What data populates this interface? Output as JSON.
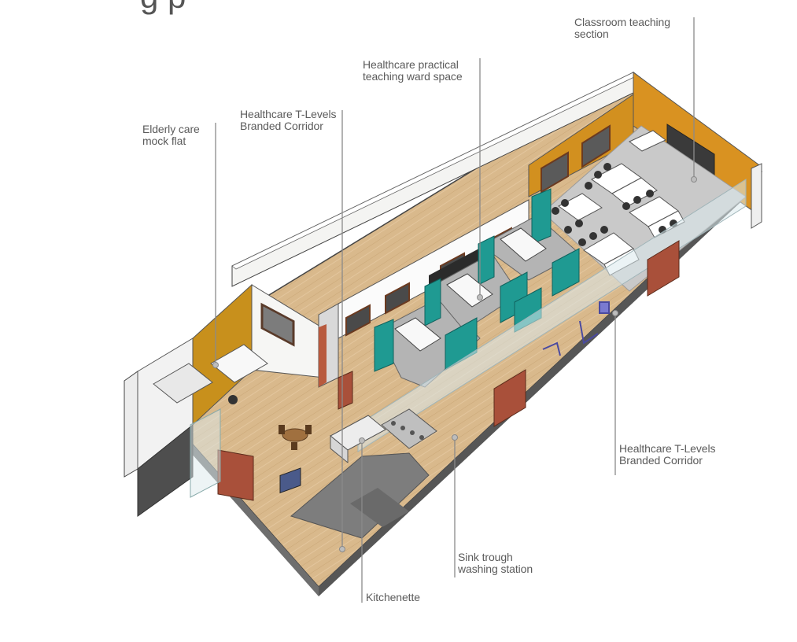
{
  "title_fragment": "g p",
  "labels": {
    "classroom": "Classroom teaching\nsection",
    "ward": "Healthcare practical\nteaching ward space",
    "corridor_top": "Healthcare T-Levels\nBranded Corridor",
    "elderly": "Elderly care\nmock flat",
    "corridor_right": "Healthcare T-Levels\nBranded Corridor",
    "sink": "Sink trough\nwashing station",
    "kitchenette": "Kitchenette"
  },
  "colors": {
    "floor_wood": "#d9b98c",
    "floor_grey": "#7d7d7d",
    "wall_ochre": "#d2901f",
    "wall_white": "#f4f4f2",
    "curtain_teal": "#1f9a92",
    "door_red": "#a9503a",
    "glass": "#dbe9ec"
  }
}
